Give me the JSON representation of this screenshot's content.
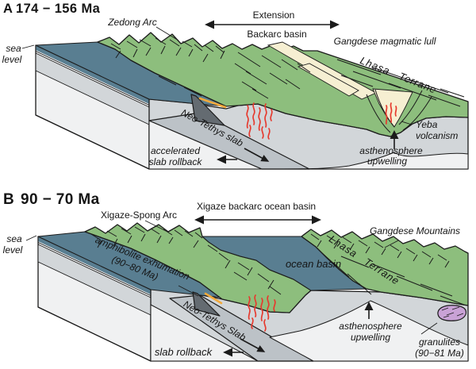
{
  "colors": {
    "terrain_green": "#8dbe7d",
    "ocean_blue": "#597e91",
    "mantle_gray": "#d2d6d9",
    "slab_gray": "#bcc2c7",
    "asthenosphere_white": "#f0f1f2",
    "basin_cream": "#f6efd2",
    "magma_red": "#e63a2e",
    "granulite_purple": "#c9a2d6",
    "wedge_dark": "#646b71",
    "accretion_orange": "#f2a93b"
  },
  "panelA": {
    "title_letter": "A",
    "title_age": "174 − 156 Ma",
    "labels": {
      "sea": "sea",
      "level": "level",
      "zedong_arc": "Zedong Arc",
      "extension": "Extension",
      "backarc_basin": "Backarc basin",
      "magmatic_lull": "Gangdese magmatic lull",
      "lhasa_terrane": "Lhasa Terrane",
      "neo_tethys_slab": "Neo-Tethys slab",
      "rollback_1": "accelerated",
      "rollback_2": "slab rollback",
      "asthenosphere_1": "asthenosphere",
      "asthenosphere_2": "upwelling",
      "yeba_1": "Yeba",
      "yeba_2": "volcanism"
    }
  },
  "panelB": {
    "title_letter": "B",
    "title_age": "90 − 70 Ma",
    "labels": {
      "sea": "sea",
      "level": "level",
      "xigaze_arc": "Xigaze-Spong Arc",
      "xigaze_basin": "Xigaze backarc ocean basin",
      "gangdese_mountains": "Gangdese Mountains",
      "amphibolite_1": "amphibolite exhumation",
      "amphibolite_2": "(90−80 Ma)",
      "ocean_basin": "ocean basin",
      "lhasa_terrane": "Lhasa Terrane",
      "neo_tethys_slab": "Neo-Tethys Slab",
      "rollback": "slab rollback",
      "asthenosphere_1": "asthenosphere",
      "asthenosphere_2": "upwelling",
      "granulites_1": "granulites",
      "granulites_2": "(90−81 Ma)"
    }
  }
}
